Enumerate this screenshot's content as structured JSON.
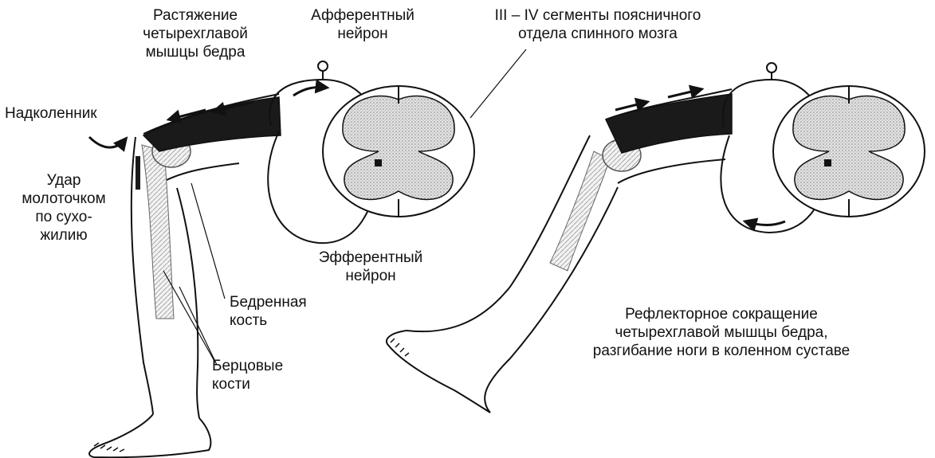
{
  "labels": {
    "stretch": "Растяжение\nчетырехглавой\nмышцы бедра",
    "afferent": "Афферентный\nнейрон",
    "segments": "III – IV сегменты поясничного\nотдела спинного мозга",
    "patella": "Надколенник",
    "hammer": "Удар\nмолоточком\nпо сухо-\nжилию",
    "efferent": "Эфферентный\nнейрон",
    "femur": "Бедренная\nкость",
    "tibia": "Берцовые\nкости",
    "reflex": "Рефлекторное сокращение\nчетырехглавой мышцы бедра,\nразгибание ноги в коленном суставе"
  },
  "colors": {
    "ink": "#111111",
    "muscle": "#1a1a1a",
    "grey_matter": "#d4d4d4",
    "bone_shade": "#9a9a9a"
  }
}
